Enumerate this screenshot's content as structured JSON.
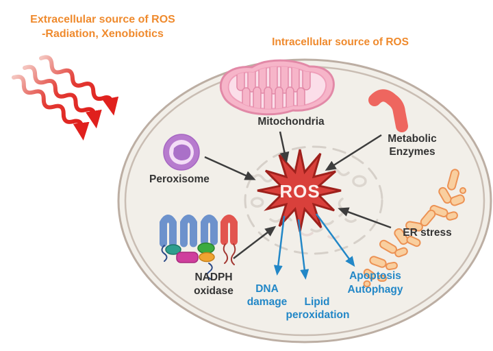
{
  "titles": {
    "extracellular_line1": "Extracellular source of ROS",
    "extracellular_line2": "-Radiation, Xenobiotics",
    "intracellular": "Intracellular source of ROS"
  },
  "center": {
    "ros": "ROS"
  },
  "sources": {
    "mitochondria": "Mitochondria",
    "metabolic_line1": "Metabolic",
    "metabolic_line2": "Enzymes",
    "peroxisome": "Peroxisome",
    "nadph_line1": "NADPH",
    "nadph_line2": "oxidase",
    "er_stress": "ER stress"
  },
  "outcomes": {
    "dna_line1": "DNA",
    "dna_line2": "damage",
    "lipid_line1": "Lipid",
    "lipid_line2": "peroxidation",
    "apoptosis_line1": "Apoptosis",
    "apoptosis_line2": "Autophagy"
  },
  "icons": {
    "radiation_waves": "red-wavy-radiation-arrows",
    "mitochondria": "mitochondria-organelle",
    "metabolic_enzymes": "metabolic-enzyme-blob",
    "peroxisome": "peroxisome-organelle",
    "nadph_oxidase": "membrane-protein-complex",
    "er_tubules": "endoplasmic-reticulum-tubules",
    "nucleus": "faint-nucleus-aggregate",
    "ros_star": "red-starburst"
  },
  "colors": {
    "title_orange": "#ef8a2d",
    "ros_red": "#d9403b",
    "ros_border": "#9e211c",
    "outcome_blue": "#2287c7",
    "arrow_dark": "#3d3d3d",
    "label_dark": "#333333",
    "cell_fill": "#f2efe9",
    "membrane": "#bcaea3",
    "mitochondria_pink": "#f6b5c9",
    "peroxisome_purple": "#b77bce",
    "er_orange": "#f9cf9f",
    "nadph_blue": "#6d92cc",
    "nadph_red": "#e2554f",
    "wave_red": "#e01d1a"
  }
}
